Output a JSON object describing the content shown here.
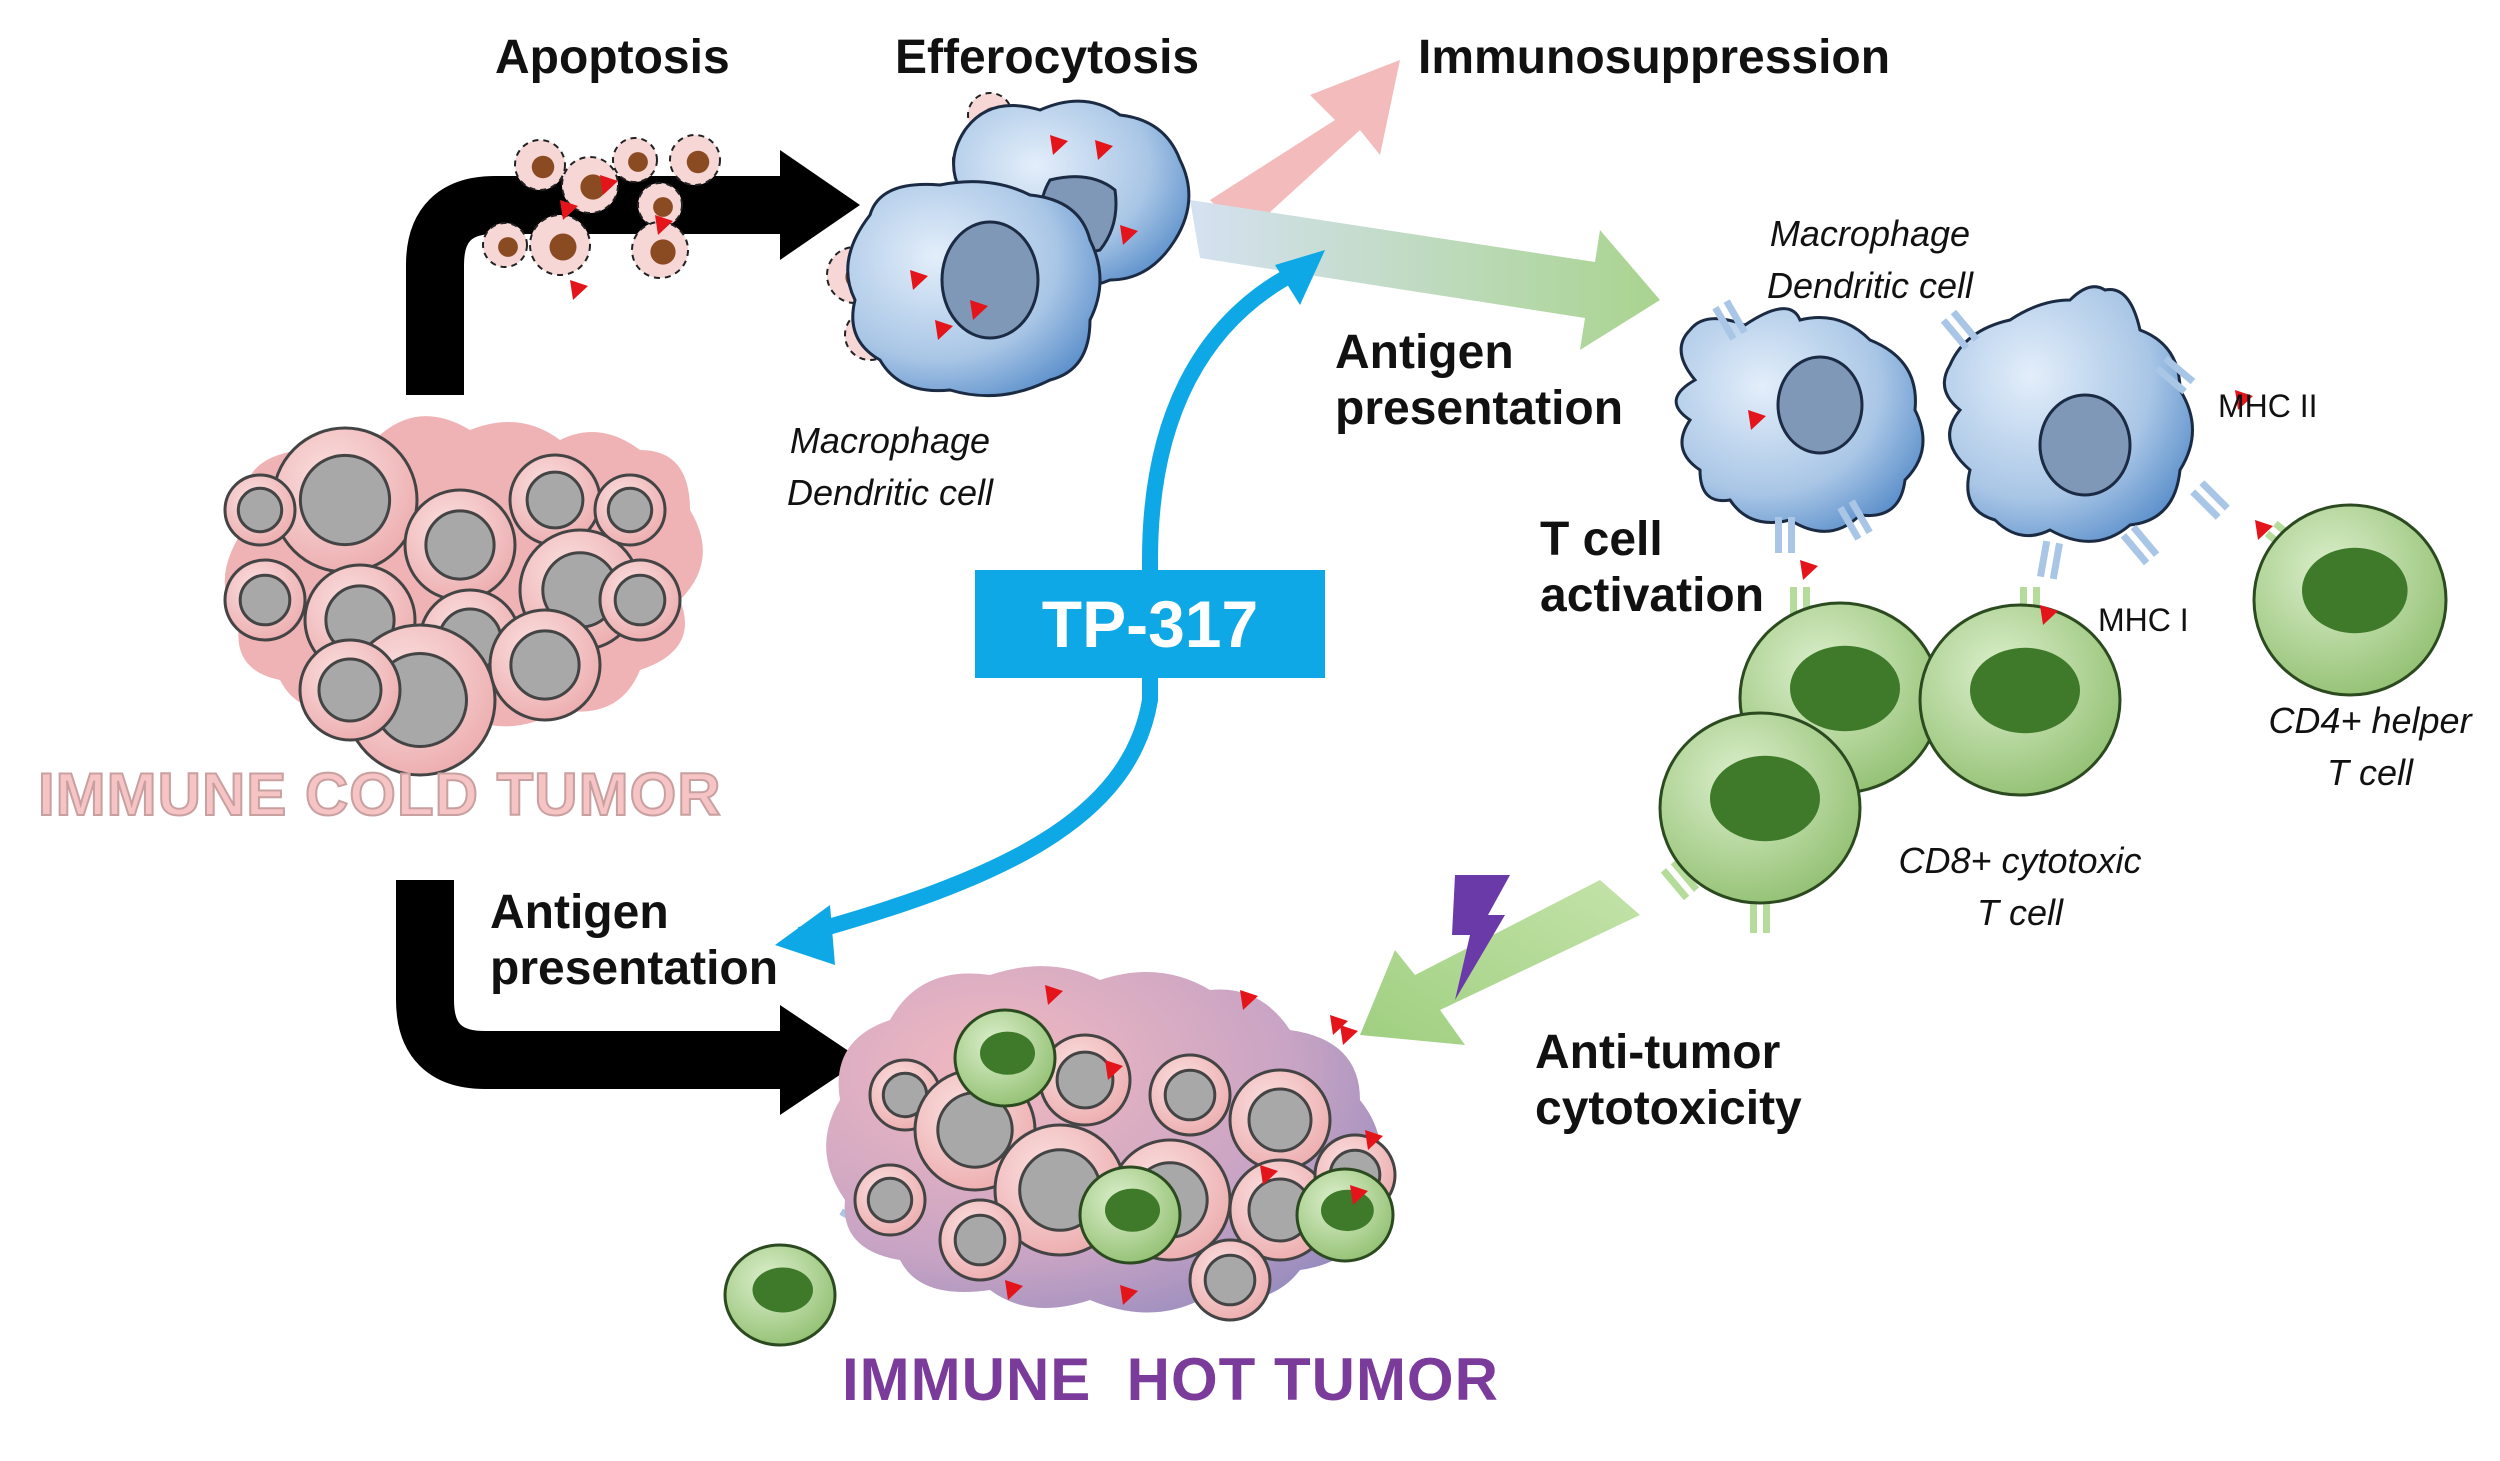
{
  "labels": {
    "apoptosis": "Apoptosis",
    "efferocytosis": "Efferocytosis",
    "immunosuppression": "Immunosuppression",
    "macrophage_dc_1": [
      "Macrophage",
      "Dendritic cell"
    ],
    "macrophage_dc_2": [
      "Macrophage",
      "Dendritic cell"
    ],
    "antigen_presentation_top": [
      "Antigen",
      "presentation"
    ],
    "antigen_presentation_bottom": [
      "Antigen",
      "presentation"
    ],
    "t_cell_activation": [
      "T cell",
      "activation"
    ],
    "mhc_ii": "MHC II",
    "mhc_i": "MHC I",
    "cd4_helper": [
      "CD4+ helper",
      "T cell"
    ],
    "cd8_cytotoxic": [
      "CD8+ cytotoxic",
      "T cell"
    ],
    "anti_tumor": [
      "Anti-tumor",
      "cytotoxicity"
    ],
    "cold_tumor": "IMMUNE COLD TUMOR",
    "hot_tumor": "IMMUNE  HOT TUMOR",
    "drug": "TP-317"
  },
  "colors": {
    "cold_title": "#f6c4c4",
    "hot_title": "#7a3b9a",
    "drug_box": "#0fa8e6",
    "tumor_pink": "#f2b9b9",
    "nucleus_gray": "#a8a8a8",
    "t_cell_green": "#a9cf8c",
    "t_nucleus_green": "#3f7a2a",
    "macrophage_blue": "#a9c6e6",
    "antigen_red": "#e4141b",
    "immunosuppression_arrow": "#f2b4b4",
    "antigen_arrow": "#bfe0a8"
  }
}
